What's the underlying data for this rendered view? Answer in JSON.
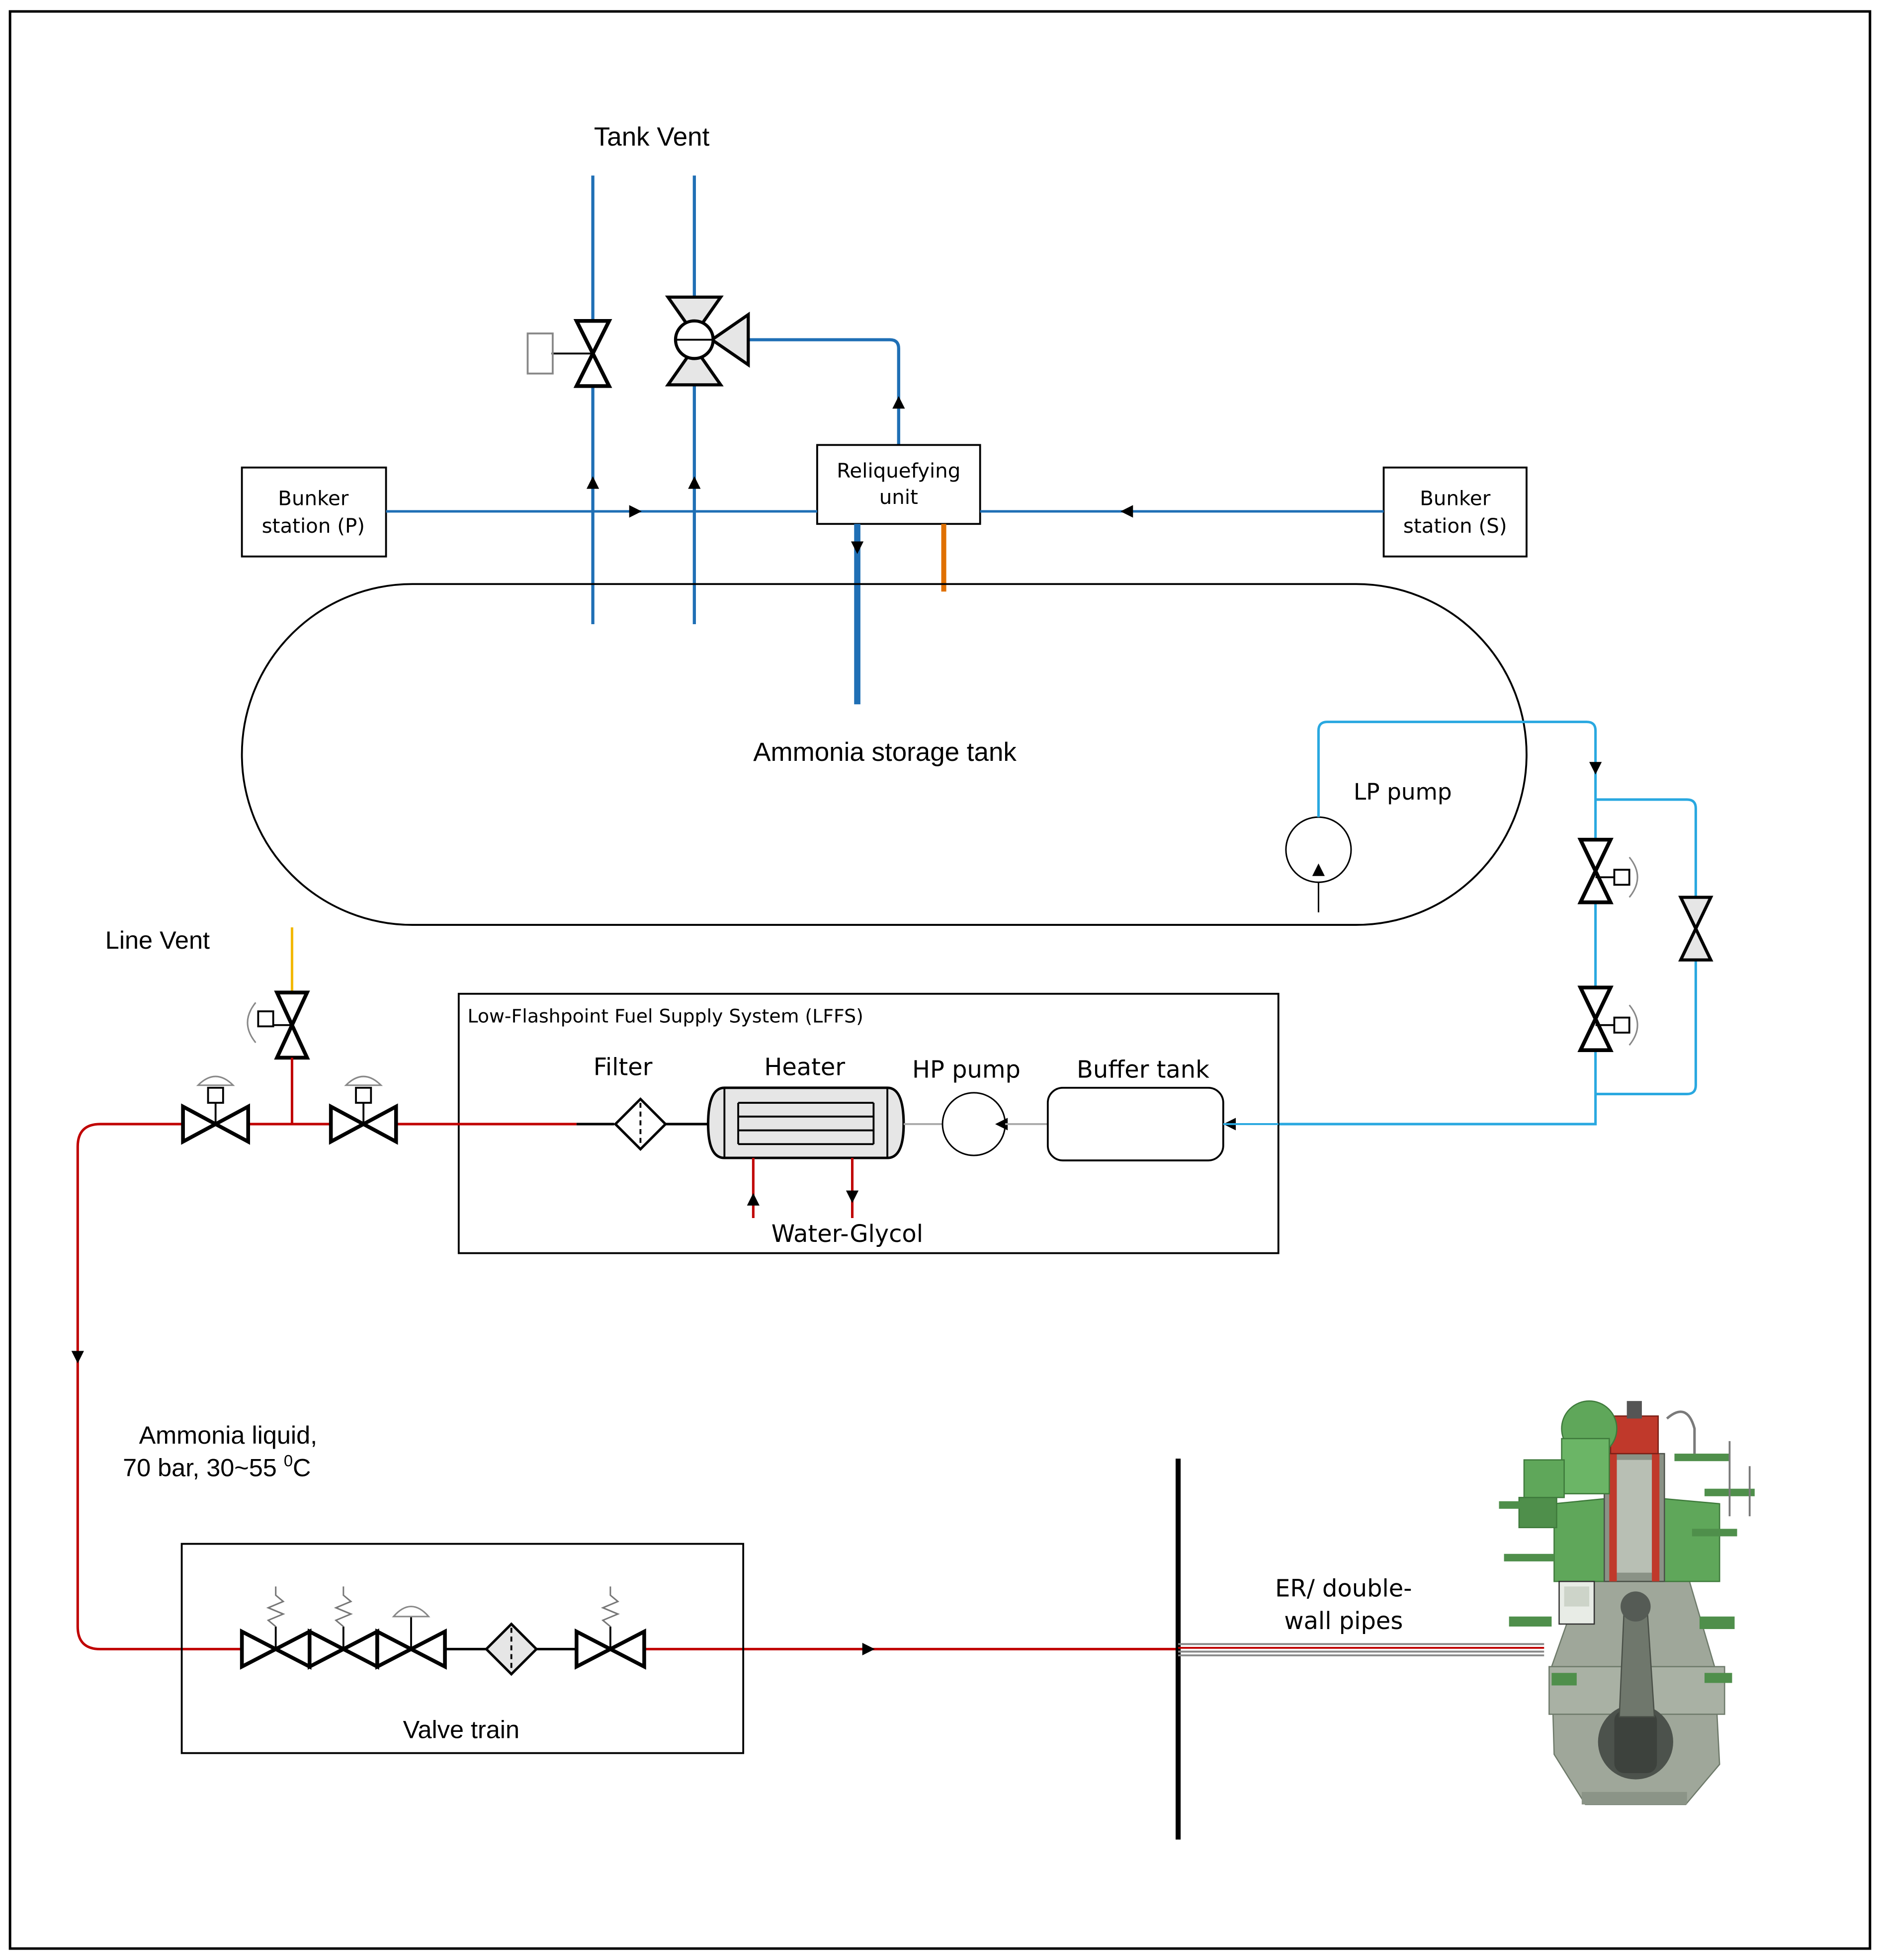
{
  "labels": {
    "tank_vent": "Tank Vent",
    "reliquefying_line1": "Reliquefying",
    "reliquefying_line2": "unit",
    "bunker_p_line1": "Bunker",
    "bunker_p_line2": "station (P)",
    "bunker_s_line1": "Bunker",
    "bunker_s_line2": "station (S)",
    "storage_tank": "Ammonia storage tank",
    "lp_pump": "LP pump",
    "line_vent": "Line Vent",
    "lffs_title": "Low-Flashpoint Fuel Supply System (LFFS)",
    "filter": "Filter",
    "heater": "Heater",
    "hp_pump": "HP pump",
    "buffer_tank": "Buffer tank",
    "water_glycol": "Water-Glycol",
    "ammonia_liquid_line1": "Ammonia liquid,",
    "ammonia_liquid_line2_prefix": "70 bar, 30~55 ",
    "ammonia_liquid_sup": "0",
    "ammonia_liquid_unit": "C",
    "valve_train": "Valve train",
    "er_pipes_line1": "ER/ double-",
    "er_pipes_line2": "wall pipes"
  },
  "colors": {
    "vent_blue": "#1f6fb5",
    "light_blue": "#29a8e0",
    "red_line": "#c00000",
    "orange": "#e07000",
    "yellow": "#f2b800",
    "engine_green": "#5fa75a",
    "engine_grey": "#9fa79a"
  },
  "icons": {
    "engine": "marine-engine-illustration",
    "pump": "pump-icon",
    "valve": "valve-icon",
    "filter": "filter-icon",
    "heater": "heat-exchanger-icon"
  }
}
